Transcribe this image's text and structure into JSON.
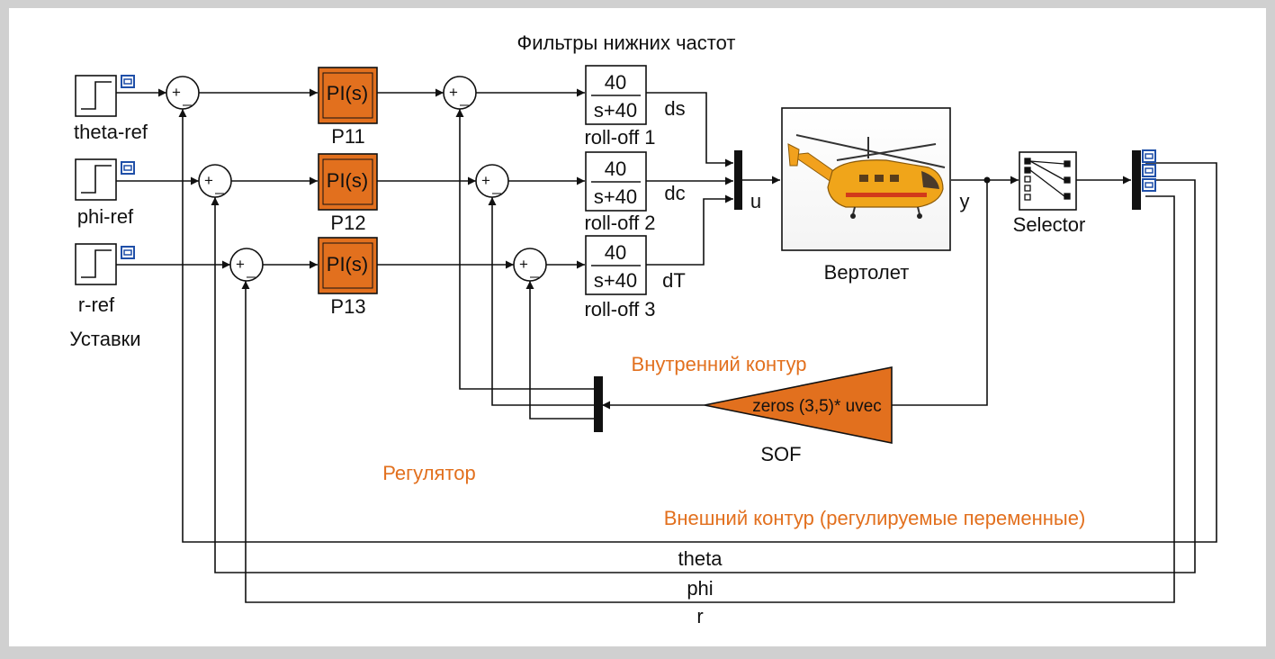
{
  "titles": {
    "filters": "Фильтры нижних частот",
    "setpoints": "Уставки",
    "inner_loop": "Внутренний контур",
    "regulator": "Регулятор",
    "outer_loop": "Внешний контур (регулируемые переменные)"
  },
  "sources": [
    "theta-ref",
    "phi-ref",
    "r-ref"
  ],
  "controllers": {
    "block_text": "PI(s)",
    "names": [
      "P11",
      "P12",
      "P13"
    ]
  },
  "filters": {
    "numerator": "40",
    "denominator": "s+40",
    "names": [
      "roll-off 1",
      "roll-off 2",
      "roll-off 3"
    ],
    "outputs": [
      "ds",
      "dc",
      "dT"
    ]
  },
  "mux_label": "u",
  "plant": {
    "name": "Вертолет",
    "output": "y"
  },
  "selector": {
    "name": "Selector"
  },
  "sof": {
    "gain_text": "zeros (3,5)* uvec",
    "name": "SOF"
  },
  "feedback": [
    "theta",
    "phi",
    "r"
  ],
  "sum_signs": {
    "plus": "+",
    "minus": "_"
  },
  "colors": {
    "accent": "#e2701e",
    "block_fill": "#e2701e",
    "background": "#ffffff",
    "frame": "#d0d0d0",
    "port_icon": "#1f4fa8"
  }
}
